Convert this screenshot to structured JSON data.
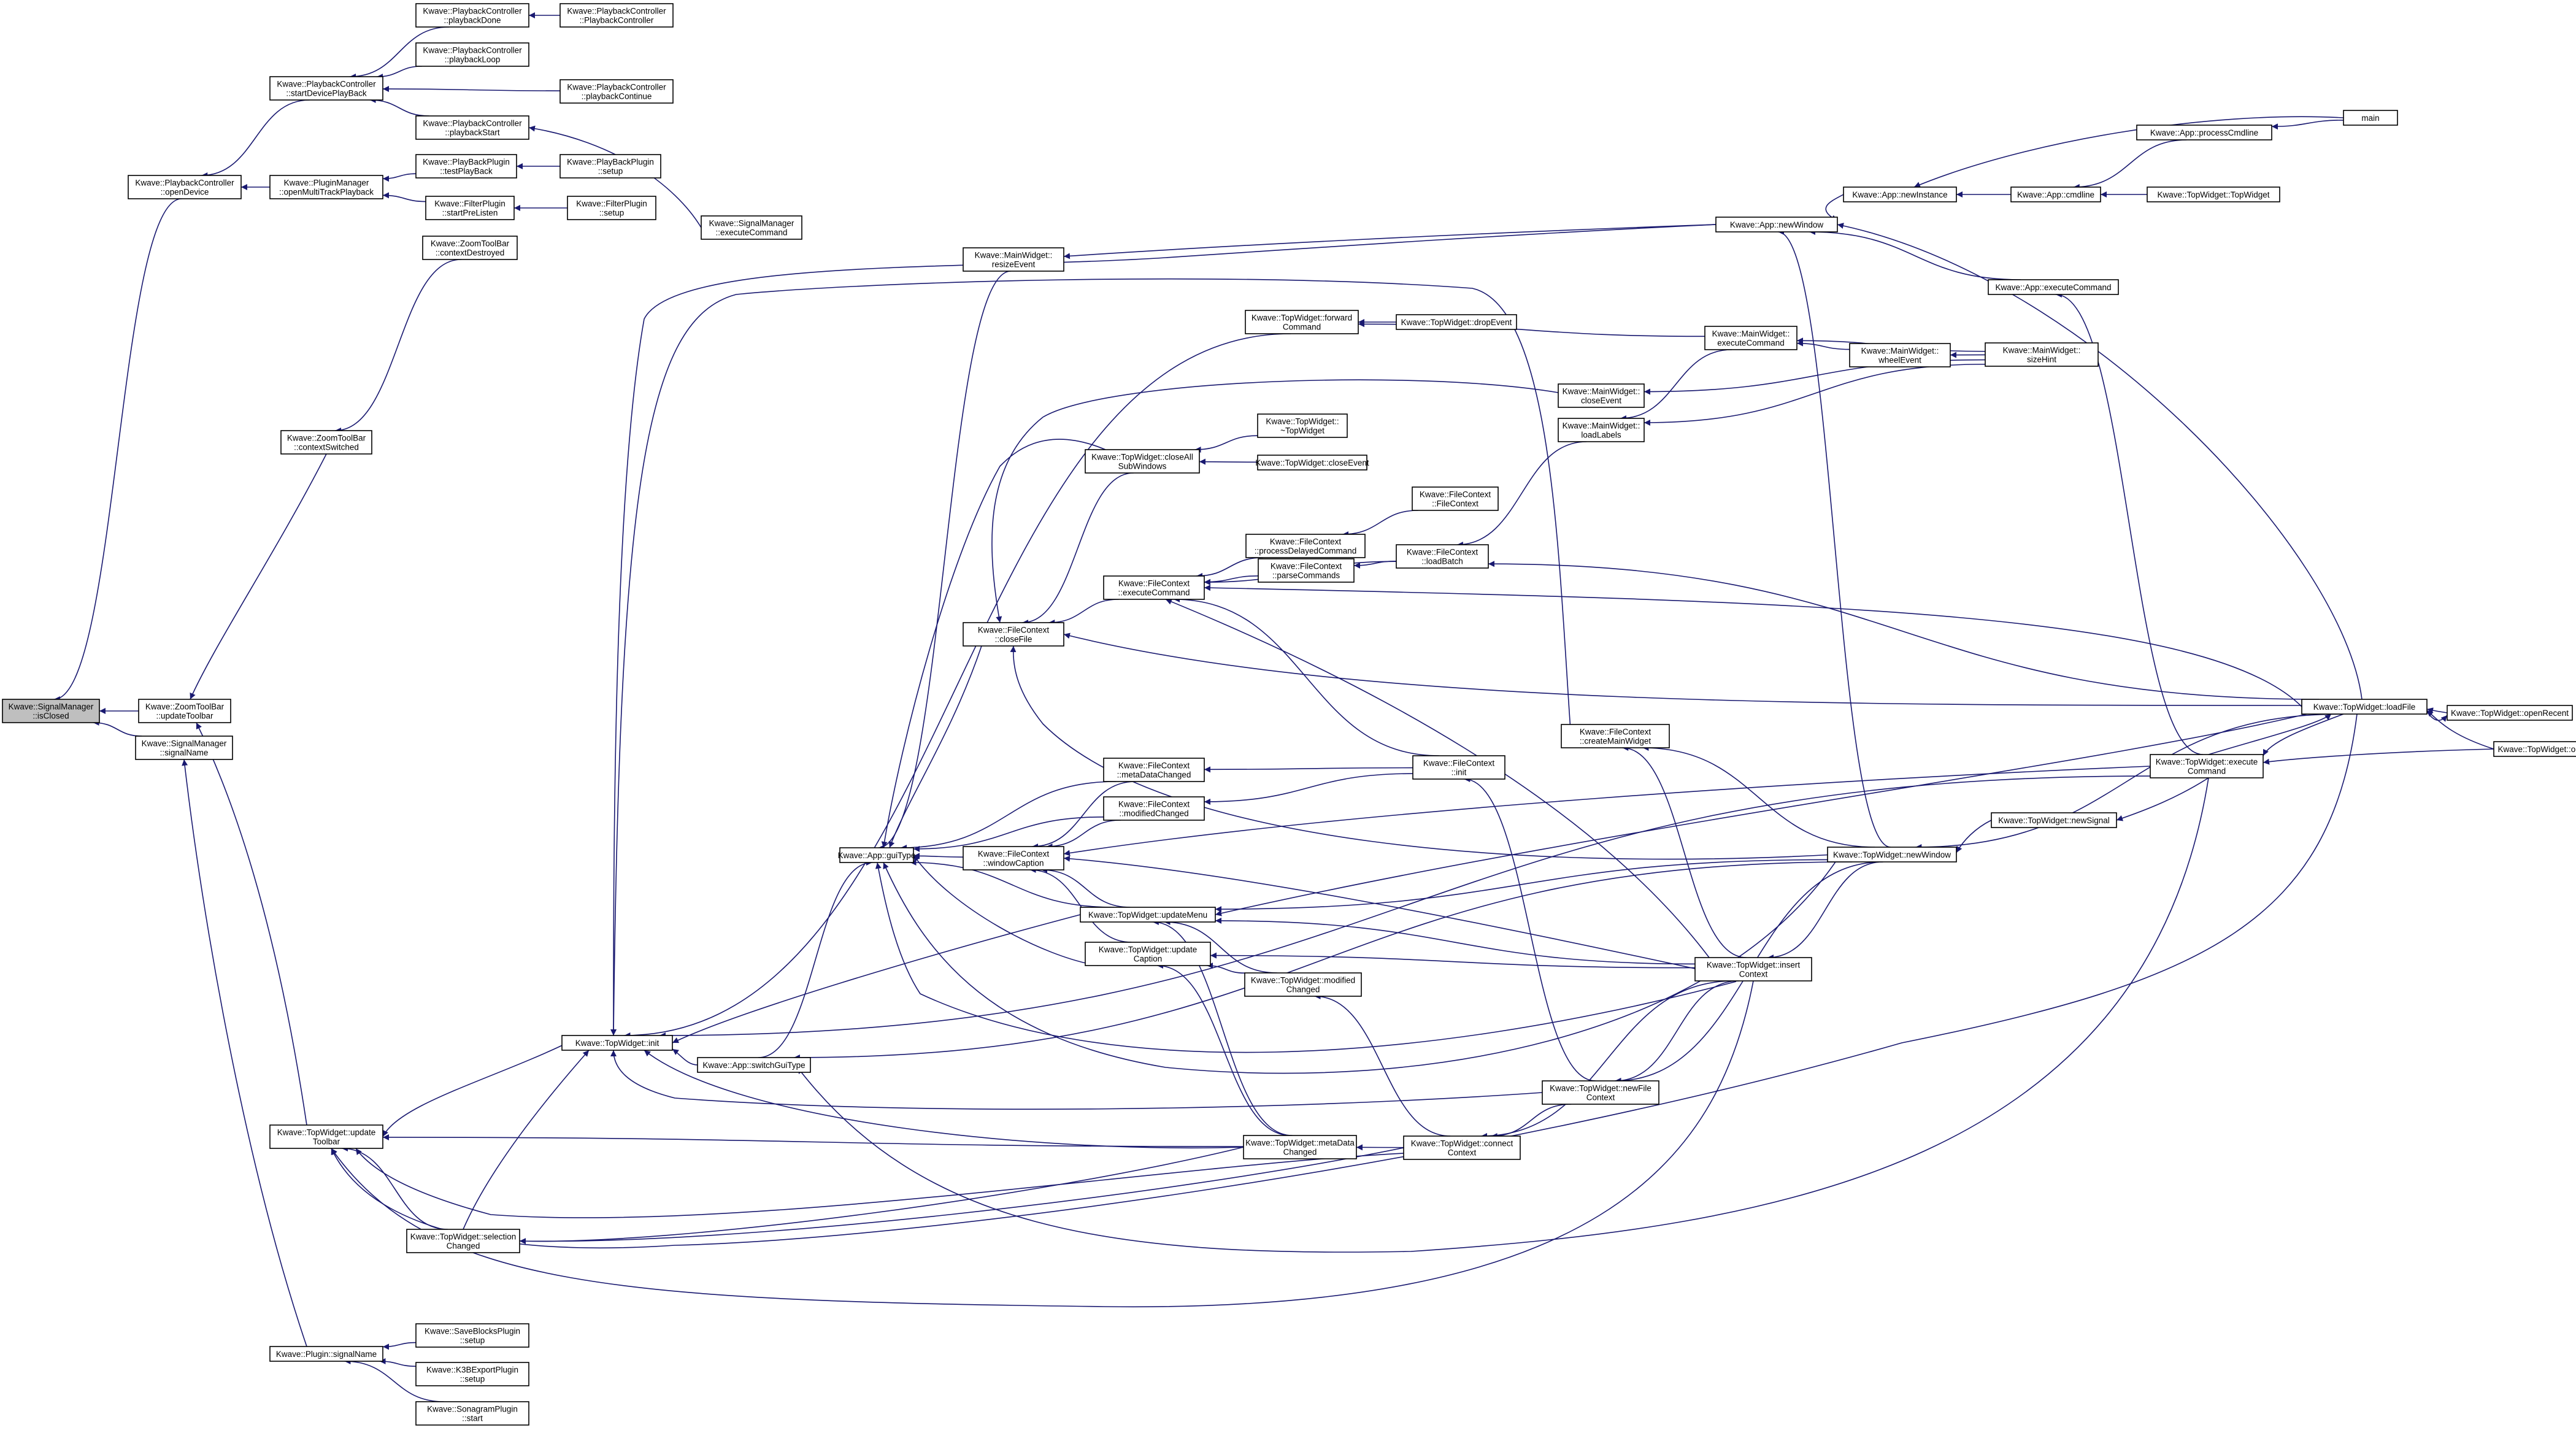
{
  "nodes": [
    {
      "id": "n0",
      "lines": [
        "Kwave::SignalManager",
        "::isClosed"
      ],
      "highlight": true
    },
    {
      "id": "n1",
      "lines": [
        "Kwave::PlaybackController",
        "::openDevice"
      ]
    },
    {
      "id": "n2",
      "lines": [
        "Kwave::PlaybackController",
        "::startDevicePlayBack"
      ]
    },
    {
      "id": "n3",
      "lines": [
        "Kwave::PlaybackController",
        "::playbackDone"
      ]
    },
    {
      "id": "n4",
      "lines": [
        "Kwave::PlaybackController",
        "::PlaybackController"
      ]
    },
    {
      "id": "n5",
      "lines": [
        "Kwave::PlaybackController",
        "::playbackLoop"
      ]
    },
    {
      "id": "n6",
      "lines": [
        "Kwave::PlaybackController",
        "::playbackContinue"
      ]
    },
    {
      "id": "n7",
      "lines": [
        "Kwave::PlaybackController",
        "::playbackStart"
      ]
    },
    {
      "id": "n8",
      "lines": [
        "Kwave::PluginManager",
        "::openMultiTrackPlayback"
      ]
    },
    {
      "id": "n9",
      "lines": [
        "Kwave::PlayBackPlugin",
        "::testPlayBack"
      ]
    },
    {
      "id": "n10",
      "lines": [
        "Kwave::PlayBackPlugin",
        "::setup"
      ]
    },
    {
      "id": "n11",
      "lines": [
        "Kwave::FilterPlugin",
        "::startPreListen"
      ]
    },
    {
      "id": "n12",
      "lines": [
        "Kwave::FilterPlugin",
        "::setup"
      ]
    },
    {
      "id": "n13",
      "lines": [
        "Kwave::ZoomToolBar",
        "::contextDestroyed"
      ]
    },
    {
      "id": "n14",
      "lines": [
        "Kwave::ZoomToolBar",
        "::contextSwitched"
      ]
    },
    {
      "id": "n15",
      "lines": [
        "Kwave::ZoomToolBar",
        "::updateToolbar"
      ]
    },
    {
      "id": "n16",
      "lines": [
        "Kwave::SignalManager",
        "::signalName"
      ]
    },
    {
      "id": "n17",
      "lines": [
        "Kwave::SignalManager",
        "::executeCommand"
      ]
    },
    {
      "id": "n18",
      "lines": [
        "Kwave::TopWidget::update",
        "Toolbar"
      ]
    },
    {
      "id": "n19",
      "lines": [
        "Kwave::TopWidget::selection",
        "Changed"
      ]
    },
    {
      "id": "n20",
      "lines": [
        "Kwave::TopWidget::init"
      ]
    },
    {
      "id": "n21",
      "lines": [
        "Kwave::Plugin::signalName"
      ]
    },
    {
      "id": "n22",
      "lines": [
        "Kwave::SaveBlocksPlugin",
        "::setup"
      ]
    },
    {
      "id": "n23",
      "lines": [
        "Kwave::K3BExportPlugin",
        "::setup"
      ]
    },
    {
      "id": "n24",
      "lines": [
        "Kwave::SonagramPlugin",
        "::start"
      ]
    },
    {
      "id": "n25",
      "lines": [
        "Kwave::App::switchGuiType"
      ]
    },
    {
      "id": "n26",
      "lines": [
        "Kwave::App::guiType"
      ]
    },
    {
      "id": "n27",
      "lines": [
        "Kwave::MainWidget::",
        "resizeEvent"
      ]
    },
    {
      "id": "n28",
      "lines": [
        "Kwave::FileContext",
        "::closeFile"
      ]
    },
    {
      "id": "n29",
      "lines": [
        "Kwave::FileContext",
        "::windowCaption"
      ]
    },
    {
      "id": "n30",
      "lines": [
        "Kwave::TopWidget::closeAll",
        "SubWindows"
      ]
    },
    {
      "id": "n31",
      "lines": [
        "Kwave::FileContext",
        "::executeCommand"
      ]
    },
    {
      "id": "n32",
      "lines": [
        "Kwave::FileContext",
        "::metaDataChanged"
      ]
    },
    {
      "id": "n33",
      "lines": [
        "Kwave::FileContext",
        "::modifiedChanged"
      ]
    },
    {
      "id": "n34",
      "lines": [
        "Kwave::TopWidget::updateMenu"
      ]
    },
    {
      "id": "n35",
      "lines": [
        "Kwave::TopWidget::update",
        "Caption"
      ]
    },
    {
      "id": "n36",
      "lines": [
        "Kwave::TopWidget::metaData",
        "Changed"
      ]
    },
    {
      "id": "n37",
      "lines": [
        "Kwave::TopWidget::forward",
        "Command"
      ]
    },
    {
      "id": "n38",
      "lines": [
        "Kwave::TopWidget::dropEvent"
      ]
    },
    {
      "id": "n39",
      "lines": [
        "Kwave::TopWidget::",
        "~TopWidget"
      ]
    },
    {
      "id": "n40",
      "lines": [
        "Kwave::TopWidget::closeEvent"
      ]
    },
    {
      "id": "n41",
      "lines": [
        "Kwave::FileContext",
        "::processDelayedCommand"
      ]
    },
    {
      "id": "n42",
      "lines": [
        "Kwave::FileContext",
        "::parseCommands"
      ]
    },
    {
      "id": "n43",
      "lines": [
        "Kwave::TopWidget::modified",
        "Changed"
      ]
    },
    {
      "id": "n44",
      "lines": [
        "Kwave::FileContext",
        "::FileContext"
      ]
    },
    {
      "id": "n45",
      "lines": [
        "Kwave::FileContext",
        "::loadBatch"
      ]
    },
    {
      "id": "n46",
      "lines": [
        "Kwave::FileContext",
        "::init"
      ]
    },
    {
      "id": "n47",
      "lines": [
        "Kwave::TopWidget::connect",
        "Context"
      ]
    },
    {
      "id": "n48",
      "lines": [
        "Kwave::MainWidget::",
        "closeEvent"
      ]
    },
    {
      "id": "n49",
      "lines": [
        "Kwave::MainWidget::",
        "loadLabels"
      ]
    },
    {
      "id": "n50",
      "lines": [
        "Kwave::FileContext",
        "::createMainWidget"
      ]
    },
    {
      "id": "n51",
      "lines": [
        "Kwave::TopWidget::newFile",
        "Context"
      ]
    },
    {
      "id": "n52",
      "lines": [
        "Kwave::TopWidget::insert",
        "Context"
      ]
    },
    {
      "id": "n53",
      "lines": [
        "Kwave::MainWidget::",
        "executeCommand"
      ]
    },
    {
      "id": "n54",
      "lines": [
        "Kwave::App::newWindow"
      ]
    },
    {
      "id": "n55",
      "lines": [
        "Kwave::TopWidget::newWindow"
      ]
    },
    {
      "id": "n56",
      "lines": [
        "Kwave::MainWidget::",
        "wheelEvent"
      ]
    },
    {
      "id": "n57",
      "lines": [
        "Kwave::App::newInstance"
      ]
    },
    {
      "id": "n58",
      "lines": [
        "Kwave::App::executeCommand"
      ]
    },
    {
      "id": "n59",
      "lines": [
        "Kwave::TopWidget::newSignal"
      ]
    },
    {
      "id": "n60",
      "lines": [
        "Kwave::MainWidget::",
        "sizeHint"
      ]
    },
    {
      "id": "n61",
      "lines": [
        "Kwave::App::processCmdline"
      ]
    },
    {
      "id": "n62",
      "lines": [
        "Kwave::App::cmdline"
      ]
    },
    {
      "id": "n63",
      "lines": [
        "Kwave::TopWidget::execute",
        "Command"
      ]
    },
    {
      "id": "n64",
      "lines": [
        "Kwave::TopWidget::TopWidget"
      ]
    },
    {
      "id": "n65",
      "lines": [
        "main"
      ]
    },
    {
      "id": "n66",
      "lines": [
        "Kwave::TopWidget::loadFile"
      ]
    },
    {
      "id": "n67",
      "lines": [
        "Kwave::TopWidget::openRecent"
      ]
    },
    {
      "id": "n68",
      "lines": [
        "Kwave::TopWidget::openFile"
      ]
    }
  ],
  "edges": [
    [
      "n1",
      "n0"
    ],
    [
      "n15",
      "n0"
    ],
    [
      "n16",
      "n0"
    ],
    [
      "n2",
      "n1"
    ],
    [
      "n8",
      "n1"
    ],
    [
      "n3",
      "n2"
    ],
    [
      "n5",
      "n2"
    ],
    [
      "n6",
      "n2"
    ],
    [
      "n7",
      "n2"
    ],
    [
      "n4",
      "n3"
    ],
    [
      "n17",
      "n7"
    ],
    [
      "n9",
      "n8"
    ],
    [
      "n11",
      "n8"
    ],
    [
      "n10",
      "n9"
    ],
    [
      "n12",
      "n11"
    ],
    [
      "n14",
      "n15"
    ],
    [
      "n18",
      "n15"
    ],
    [
      "n13",
      "n14"
    ],
    [
      "n21",
      "n16"
    ],
    [
      "n20",
      "n18"
    ],
    [
      "n19",
      "n18"
    ],
    [
      "n36",
      "n18"
    ],
    [
      "n47",
      "n18"
    ],
    [
      "n52",
      "n18"
    ],
    [
      "n66",
      "n18"
    ],
    [
      "n36",
      "n19"
    ],
    [
      "n47",
      "n19"
    ],
    [
      "n54",
      "n20"
    ],
    [
      "n37",
      "n20"
    ],
    [
      "n63",
      "n20"
    ],
    [
      "n51",
      "n20"
    ],
    [
      "n36",
      "n20"
    ],
    [
      "n34",
      "n20"
    ],
    [
      "n50",
      "n20"
    ],
    [
      "n25",
      "n20"
    ],
    [
      "n19",
      "n20"
    ],
    [
      "n22",
      "n21"
    ],
    [
      "n23",
      "n21"
    ],
    [
      "n24",
      "n21"
    ],
    [
      "n55",
      "n25"
    ],
    [
      "n63",
      "n25"
    ],
    [
      "n27",
      "n26"
    ],
    [
      "n28",
      "n26"
    ],
    [
      "n29",
      "n26"
    ],
    [
      "n32",
      "n26"
    ],
    [
      "n33",
      "n26"
    ],
    [
      "n34",
      "n26"
    ],
    [
      "n35",
      "n26"
    ],
    [
      "n52",
      "n26"
    ],
    [
      "n55",
      "n26"
    ],
    [
      "n25",
      "n26"
    ],
    [
      "n30",
      "n26"
    ],
    [
      "n54",
      "n27"
    ],
    [
      "n31",
      "n28"
    ],
    [
      "n30",
      "n28"
    ],
    [
      "n48",
      "n28"
    ],
    [
      "n55",
      "n28"
    ],
    [
      "n66",
      "n28"
    ],
    [
      "n32",
      "n29"
    ],
    [
      "n33",
      "n29"
    ],
    [
      "n34",
      "n29"
    ],
    [
      "n35",
      "n29"
    ],
    [
      "n52",
      "n29"
    ],
    [
      "n63",
      "n29"
    ],
    [
      "n39",
      "n30"
    ],
    [
      "n40",
      "n30"
    ],
    [
      "n41",
      "n31"
    ],
    [
      "n42",
      "n31"
    ],
    [
      "n45",
      "n31"
    ],
    [
      "n46",
      "n31"
    ],
    [
      "n66",
      "n31"
    ],
    [
      "n52",
      "n31"
    ],
    [
      "n46",
      "n32"
    ],
    [
      "n46",
      "n33"
    ],
    [
      "n36",
      "n34"
    ],
    [
      "n43",
      "n34"
    ],
    [
      "n52",
      "n34"
    ],
    [
      "n55",
      "n34"
    ],
    [
      "n66",
      "n34"
    ],
    [
      "n43",
      "n35"
    ],
    [
      "n52",
      "n35"
    ],
    [
      "n36",
      "n35"
    ],
    [
      "n47",
      "n36"
    ],
    [
      "n38",
      "n37"
    ],
    [
      "n53",
      "n37"
    ],
    [
      "n44",
      "n41"
    ],
    [
      "n45",
      "n42"
    ],
    [
      "n66",
      "n45"
    ],
    [
      "n49",
      "n45"
    ],
    [
      "n47",
      "n43"
    ],
    [
      "n51",
      "n46"
    ],
    [
      "n51",
      "n47"
    ],
    [
      "n52",
      "n47"
    ],
    [
      "n60",
      "n48"
    ],
    [
      "n53",
      "n49"
    ],
    [
      "n60",
      "n49"
    ],
    [
      "n52",
      "n50"
    ],
    [
      "n55",
      "n50"
    ],
    [
      "n52",
      "n51"
    ],
    [
      "n55",
      "n51"
    ],
    [
      "n55",
      "n52"
    ],
    [
      "n56",
      "n53"
    ],
    [
      "n60",
      "n53"
    ],
    [
      "n60",
      "n56"
    ],
    [
      "n57",
      "n54"
    ],
    [
      "n58",
      "n54"
    ],
    [
      "n66",
      "n54"
    ],
    [
      "n55",
      "n54"
    ],
    [
      "n59",
      "n55"
    ],
    [
      "n66",
      "n55"
    ],
    [
      "n62",
      "n57"
    ],
    [
      "n65",
      "n57"
    ],
    [
      "n63",
      "n58"
    ],
    [
      "n61",
      "n62"
    ],
    [
      "n64",
      "n62"
    ],
    [
      "n65",
      "n61"
    ],
    [
      "n66",
      "n63"
    ],
    [
      "n68",
      "n63"
    ],
    [
      "n63",
      "n59"
    ],
    [
      "n67",
      "n66"
    ],
    [
      "n68",
      "n66"
    ],
    [
      "n63",
      "n66"
    ],
    [
      "n66",
      "n67"
    ]
  ]
}
